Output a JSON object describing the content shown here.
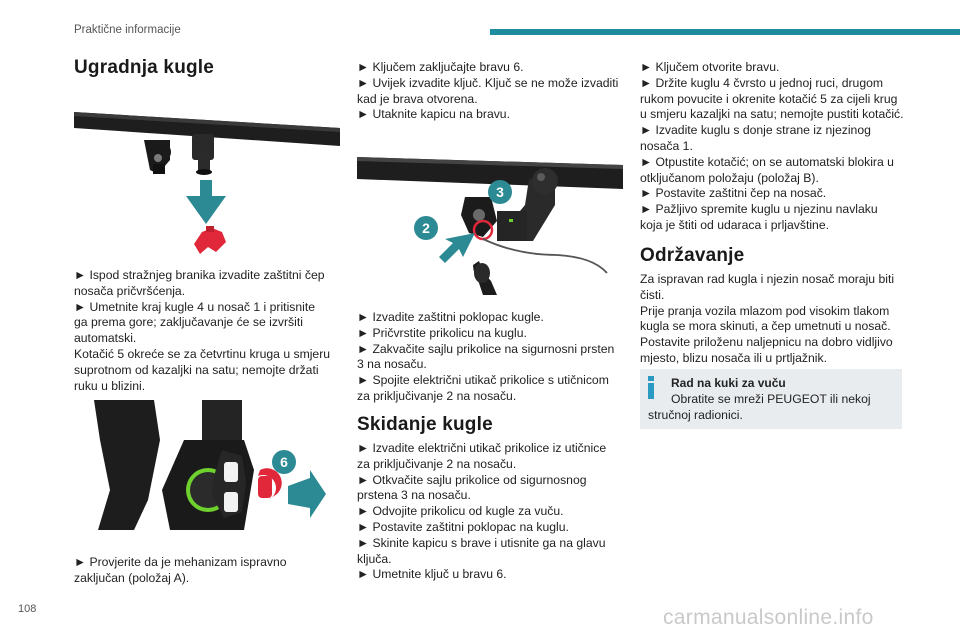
{
  "header": {
    "title": "Praktične informacije"
  },
  "footer": {
    "page_number": "108",
    "watermark": "carmanualsonline.info"
  },
  "col1": {
    "heading": "Ugradnja kugle",
    "para1": [
      "► Ispod stražnjeg branika izvadite zaštitni čep",
      "nosača pričvršćenja.",
      "► Umetnite kraj kugle 4 u nosač 1 i pritisnite",
      "ga prema gore; zaključavanje će se izvršiti",
      "automatski.",
      "Kotačić 5 okreće se za četvrtinu kruga u smjeru",
      "suprotnom od kazaljki na satu; nemojte držati",
      "ruku u blizini."
    ],
    "fig2_label": "6",
    "para2": [
      "► Provjerite da je mehanizam ispravno",
      "zaključan (položaj A)."
    ]
  },
  "col2": {
    "para1": [
      "► Ključem zaključajte bravu 6.",
      "► Uvijek izvadite ključ. Ključ se ne može izvaditi",
      "kad je brava otvorena.",
      "► Utaknite kapicu na bravu."
    ],
    "fig_labels": [
      "2",
      "3"
    ],
    "para2": [
      "► Izvadite zaštitni poklopac kugle.",
      "► Pričvrstite prikolicu na kuglu.",
      "► Zakvačite sajlu prikolice na sigurnosni prsten",
      "3 na nosaču.",
      "► Spojite električni utikač prikolice s utičnicom",
      "za priključivanje 2 na nosaču."
    ],
    "heading2": "Skidanje kugle",
    "para3": [
      "► Izvadite električni utikač prikolice iz utičnice",
      "za priključivanje 2 na nosaču.",
      "► Otkvačite sajlu prikolice od sigurnosnog",
      "prstena 3 na nosaču.",
      "► Odvojite prikolicu od kugle za vuču.",
      "► Postavite zaštitni poklopac na kuglu.",
      "► Skinite kapicu s brave i utisnite ga na glavu",
      "ključa.",
      "► Umetnite ključ u bravu 6."
    ]
  },
  "col3": {
    "para1": [
      "► Ključem otvorite bravu.",
      "► Držite kuglu 4 čvrsto u jednoj ruci, drugom",
      "rukom povucite i okrenite kotačić 5 za cijeli krug",
      "u smjeru kazaljki na satu; nemojte pustiti kotačić.",
      "► Izvadite kuglu s donje strane iz njezinog",
      "nosača 1.",
      "► Otpustite kotačić; on se automatski blokira u",
      "otključanom položaju (položaj B).",
      "► Postavite zaštitni čep na nosač.",
      "► Pažljivo spremite kuglu u njezinu navlaku",
      "koja je štiti od udaraca i prljavštine."
    ],
    "heading2": "Održavanje",
    "para2": [
      "Za ispravan rad kugla i njezin nosač moraju biti",
      "čisti.",
      "Prije pranja vozila mlazom pod visokim tlakom",
      "kugla se mora skinuti, a čep umetnuti u nosač.",
      "Postavite priloženu naljepnicu na dobro vidljivo",
      "mjesto, blizu nosača ili u prtljažnik."
    ],
    "info_title": "Rad na kuki za vuču",
    "info_text": "Obratite se mreži PEUGEOT ili nekoj stručnoj radionici."
  },
  "colors": {
    "accent": "#1f8b9e",
    "arrow": "#2b8a93",
    "info_bg": "#e9ecef",
    "info_icon": "#2a9ac2",
    "red_part": "#e0283a",
    "green_part": "#6fd12e"
  }
}
